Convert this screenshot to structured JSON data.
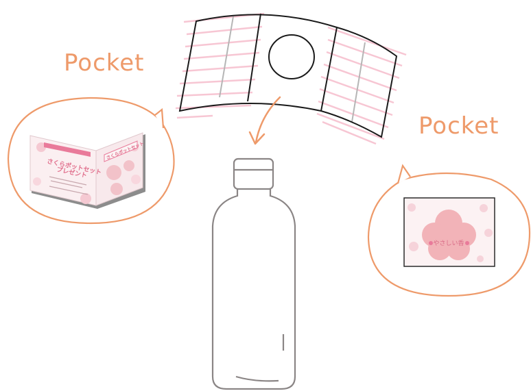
{
  "labels": {
    "pocket_left": "Pocket",
    "pocket_right": "Pocket"
  },
  "left_card": {
    "header_badge": "",
    "title_line1": "さくらポットセット",
    "title_line2": "プレゼント",
    "right_page_title": "さくらポットセット"
  },
  "right_card": {
    "flower_text": "やさしい香"
  },
  "icons": {
    "pocket_left_bubble": "speech-bubble-icon",
    "pocket_right_bubble": "speech-bubble-icon",
    "arrow": "curved-arrow-icon",
    "bottle": "bottle-icon"
  },
  "colors": {
    "accent": "#EE9A6A",
    "pink_stripe": "#F7C6D3",
    "line_dark": "#1a1a1a",
    "bottle_stroke": "#8a8585",
    "card_pink": "#F2B3B8",
    "card_title_pink": "#E06C8A"
  }
}
